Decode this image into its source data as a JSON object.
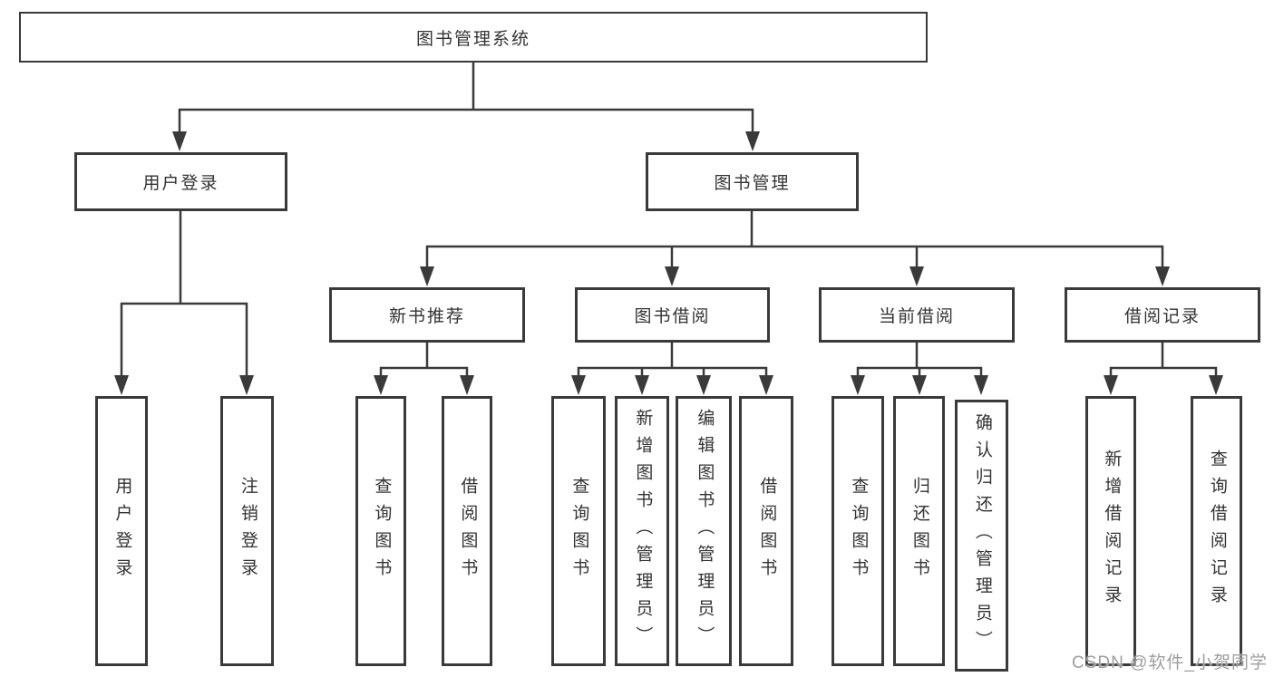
{
  "diagram": {
    "root": "图书管理系统",
    "branches": {
      "user_login": {
        "label": "用户登录",
        "children": [
          "用户登录",
          "注销登录"
        ]
      },
      "book_management": {
        "label": "图书管理",
        "modules": {
          "new_book_recommend": {
            "label": "新书推荐",
            "children": [
              "查询图书",
              "借阅图书"
            ]
          },
          "book_borrow": {
            "label": "图书借阅",
            "children": [
              "查询图书",
              "新增图书（管理员）",
              "编辑图书（管理员）",
              "借阅图书"
            ]
          },
          "current_borrow": {
            "label": "当前借阅",
            "children": [
              "查询图书",
              "归还图书",
              "确认归还（管理员）"
            ]
          },
          "borrow_records": {
            "label": "借阅记录",
            "children": [
              "新增借阅记录",
              "查询借阅记录"
            ]
          }
        }
      }
    }
  },
  "watermark": "CSDN @软件_小贺同学",
  "colors": {
    "line": "#3a3a3a",
    "box_border": "#3a3a3a",
    "text": "#333333",
    "watermark": "#9e9e9e",
    "background": "#ffffff"
  }
}
